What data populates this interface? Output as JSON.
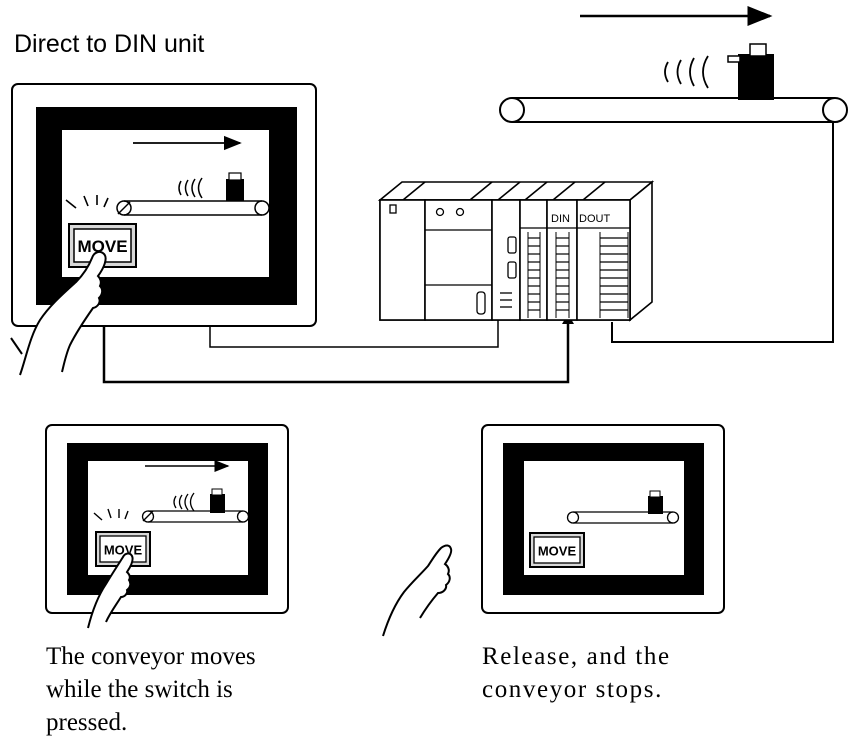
{
  "title": "Direct to DIN unit",
  "plc": {
    "din_label": "DIN",
    "dout_label": "DOUT"
  },
  "panels": {
    "top": {
      "button_label": "MOVE"
    },
    "bottom_left": {
      "button_label": "MOVE"
    },
    "bottom_right": {
      "button_label": "MOVE"
    }
  },
  "captions": {
    "left": [
      "The conveyor moves",
      "while the switch is",
      "pressed."
    ],
    "right": [
      "Release, and the",
      "conveyor stops."
    ]
  }
}
